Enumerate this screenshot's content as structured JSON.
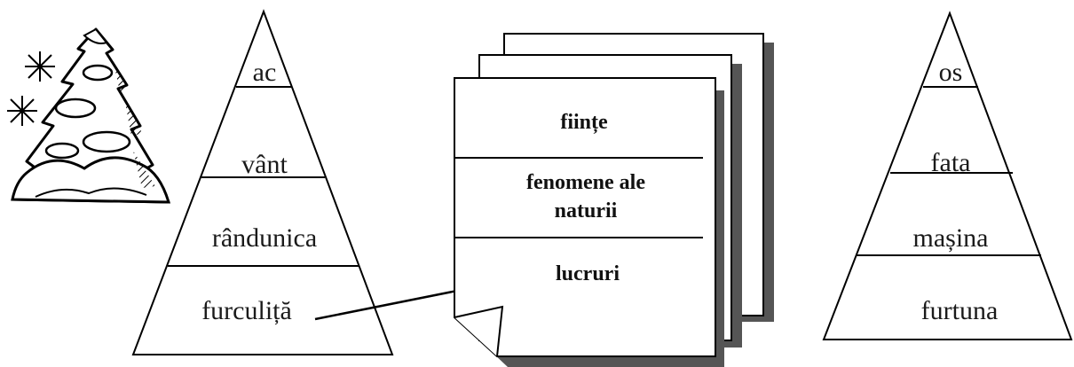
{
  "left_pyramid": {
    "words": [
      "ac",
      "vânt",
      "rândunica",
      "furculiță"
    ]
  },
  "document": {
    "categories": [
      "ființe",
      "fenomene ale",
      "naturii",
      "lucruri"
    ]
  },
  "right_pyramid": {
    "words": [
      "os",
      "fata",
      "mașina",
      "furtuna"
    ]
  },
  "icons": [
    "tree-icon",
    "snowflake-icon",
    "arrow-icon"
  ]
}
